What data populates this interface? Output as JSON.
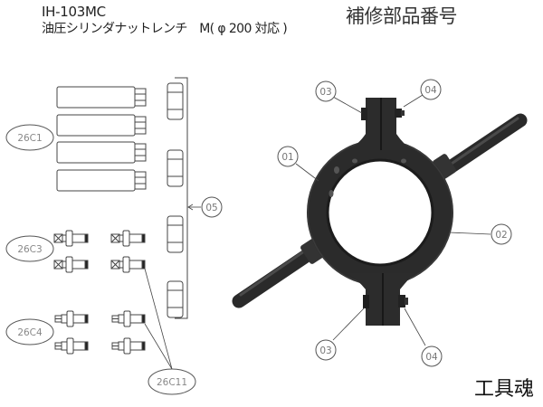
{
  "header": {
    "model": "IH-103MC",
    "product_name": "油圧シリンダナットレンチ　M( φ 200 対応 )",
    "heading": "補修部品番号"
  },
  "footer": {
    "brand": "工具魂"
  },
  "part_labels": {
    "p26C1": "26C1",
    "p26C3": "26C3",
    "p26C4": "26C4",
    "p26C11": "26C11",
    "p05": "05",
    "p01": "01",
    "p02": "02",
    "p03_top": "03",
    "p04_top": "04",
    "p03_bottom": "03",
    "p04_bottom": "04"
  },
  "colors": {
    "line": "#333333",
    "label_text": "#888888",
    "metal": "#2b2b2b",
    "metal_highlight": "#3e3e3e"
  }
}
